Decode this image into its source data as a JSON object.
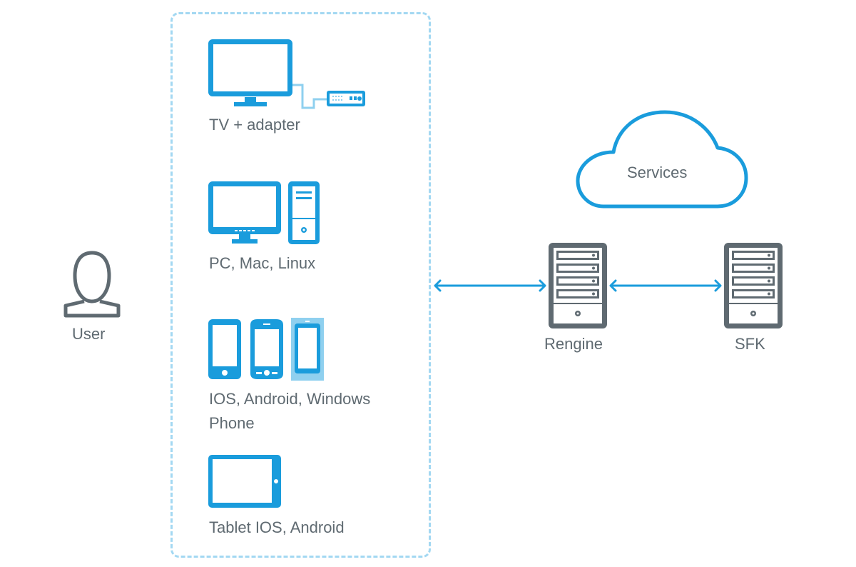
{
  "colors": {
    "accent": "#1a9cdc",
    "accent_light": "#8fd0ef",
    "dashed_border": "#a3d8f2",
    "server_gray": "#5f6a71",
    "text": "#5f6a71"
  },
  "user": {
    "label": "User",
    "icon": "user-icon"
  },
  "devices": {
    "items": [
      {
        "label": "TV + adapter",
        "icon": "tv-adapter-icon"
      },
      {
        "label": "PC, Mac, Linux",
        "icon": "desktop-computer-icon"
      },
      {
        "label_line1": "IOS, Android, Windows",
        "label_line2": "Phone",
        "icon": "smartphones-icon"
      },
      {
        "label": "Tablet IOS, Android",
        "icon": "tablet-icon"
      }
    ]
  },
  "cloud": {
    "label": "Services",
    "icon": "cloud-icon"
  },
  "servers": [
    {
      "label": "Rengine",
      "icon": "server-icon"
    },
    {
      "label": "SFK",
      "icon": "server-icon"
    }
  ],
  "connections": [
    {
      "from": "Devices",
      "to": "Rengine",
      "type": "bidirectional"
    },
    {
      "from": "Rengine",
      "to": "SFK",
      "type": "bidirectional"
    }
  ]
}
